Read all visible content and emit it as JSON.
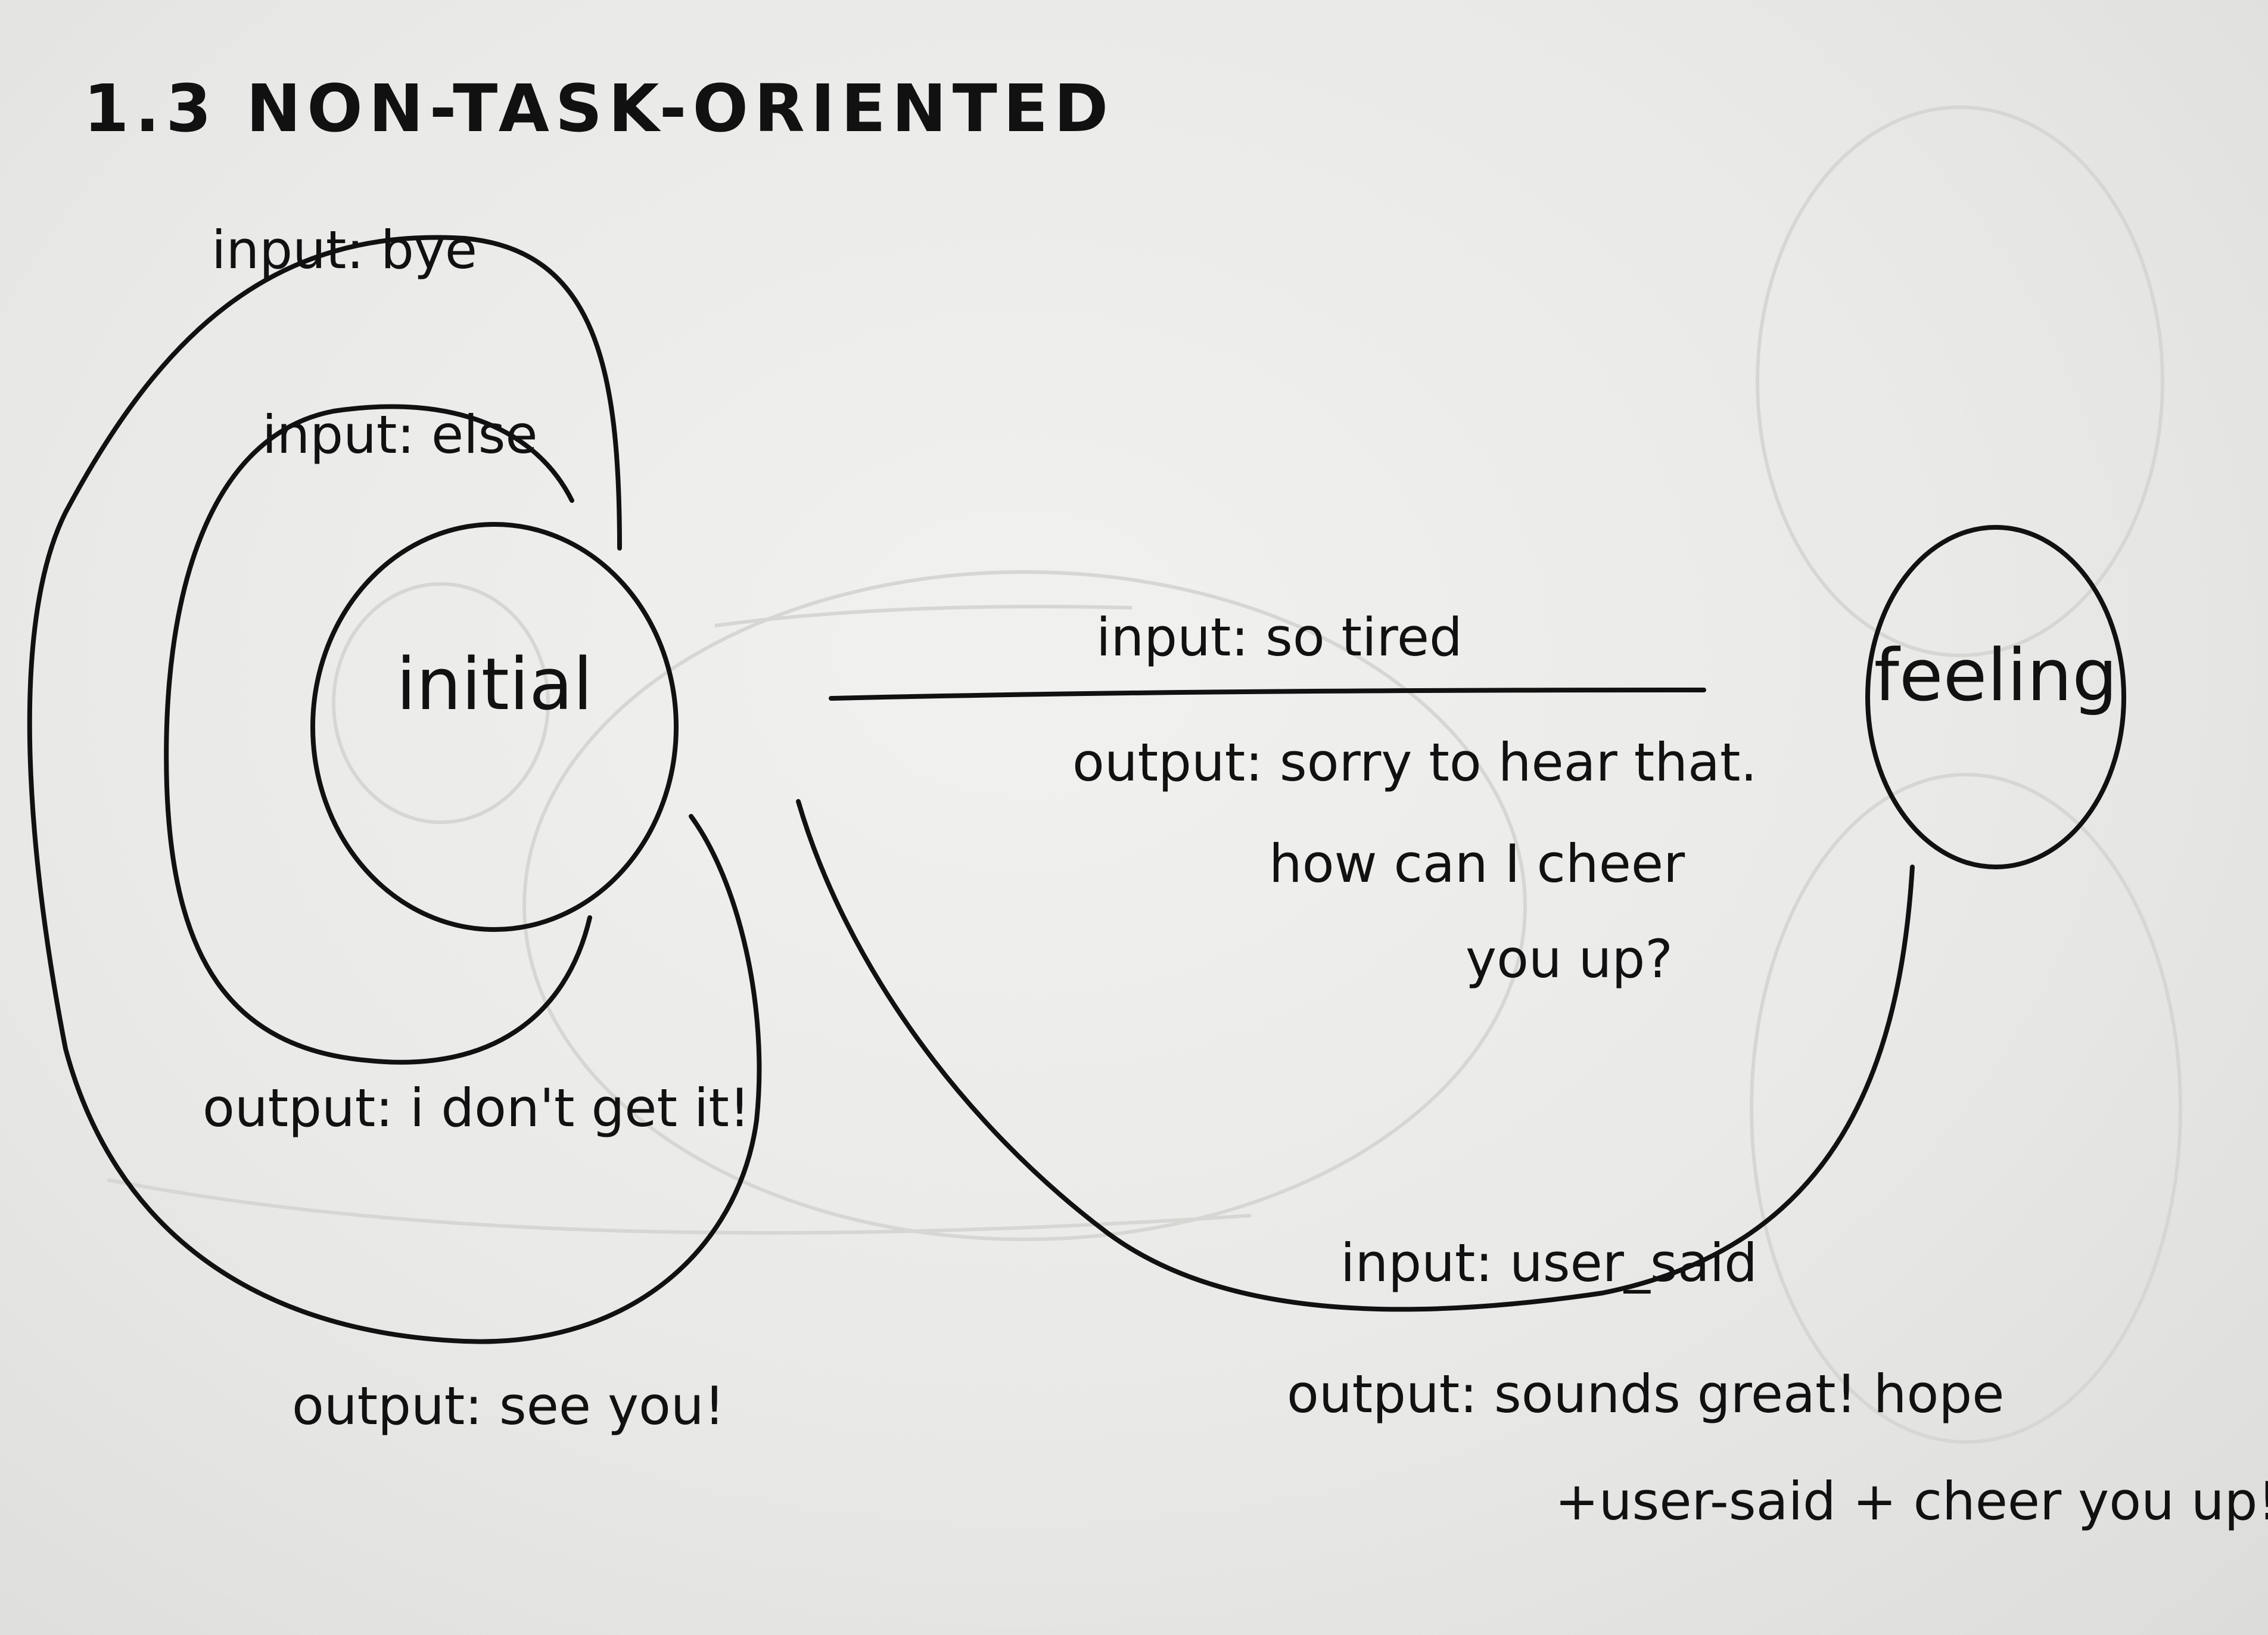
{
  "title": "1.3 NON-TASK-ORIENTED",
  "states": {
    "initial": "initial",
    "feeling": "feeling"
  },
  "transitions": {
    "bye": {
      "input": "input: bye",
      "output": "output: see you!"
    },
    "else": {
      "input": "input: else",
      "output": "output: i don't get it!"
    },
    "tired": {
      "input": "input: so tired",
      "output_line1": "output: sorry to hear that.",
      "output_line2": "how can I cheer",
      "output_line3": "you up?"
    },
    "user_said": {
      "input": "input: user_said",
      "output_line1": "output: sounds great! hope",
      "output_line2": "+user-said + cheer you up!"
    }
  },
  "colors": {
    "ink": "#111111",
    "paper": "#ececea",
    "bleed_through": "#d6d6d3"
  }
}
